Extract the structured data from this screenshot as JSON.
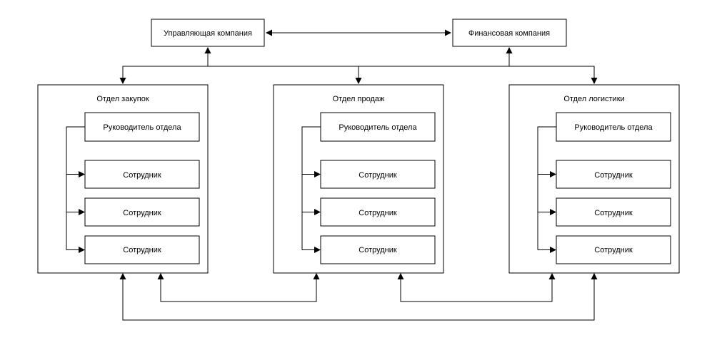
{
  "diagram": {
    "type": "org-structure",
    "colors": {
      "stroke": "#000000",
      "box_fill": "#ffffff",
      "background": "#ffffff",
      "text": "#000000"
    },
    "nodes": {
      "management_company": "Управляющая компания",
      "finance_company": "Финансовая компания"
    },
    "departments": [
      {
        "title": "Отдел закупок",
        "manager": "Руководитель отдела",
        "employees": [
          "Сотрудник",
          "Сотрудник",
          "Сотрудник"
        ]
      },
      {
        "title": "Отдел продаж",
        "manager": "Руководитель отдела",
        "employees": [
          "Сотрудник",
          "Сотрудник",
          "Сотрудник"
        ]
      },
      {
        "title": "Отдел логистики",
        "manager": "Руководитель отдела",
        "employees": [
          "Сотрудник",
          "Сотрудник",
          "Сотрудник"
        ]
      }
    ],
    "edges": [
      {
        "from": "management_company",
        "to": "finance_company",
        "bidirectional": true
      },
      {
        "from": "top_bus",
        "to": "management_company",
        "arrow": "up"
      },
      {
        "from": "top_bus",
        "to": "finance_company",
        "arrow": "up"
      },
      {
        "from": "top_bus",
        "to": "department_0",
        "arrow": "down"
      },
      {
        "from": "top_bus",
        "to": "department_1",
        "arrow": "down"
      },
      {
        "from": "top_bus",
        "to": "department_2",
        "arrow": "down"
      },
      {
        "from": "department_0",
        "to": "department_1",
        "bidirectional": true
      },
      {
        "from": "department_1",
        "to": "department_2",
        "bidirectional": true
      },
      {
        "from": "department_0",
        "to": "department_2",
        "bidirectional": true
      },
      {
        "from": "manager",
        "to": "employees",
        "arrow": "right",
        "note": "inside each department"
      }
    ]
  }
}
